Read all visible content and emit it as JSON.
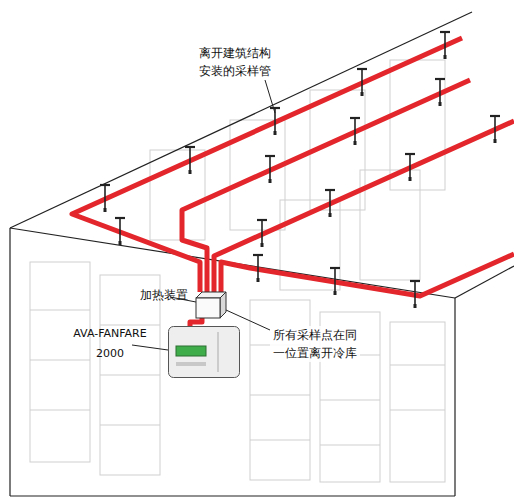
{
  "diagram": {
    "nodes": [
      {
        "text": [
          "加热装置"
        ]
      },
      {
        "text": [
          "AVA-FANFARE 2000"
        ]
      }
    ],
    "edges": [
      {
        "from": 0,
        "to": 1,
        "arrow": "none"
      }
    ],
    "labels": [
      "离开建筑结构 安装的采样管",
      "所有采样点在同 一位置离开冷库"
    ]
  }
}
